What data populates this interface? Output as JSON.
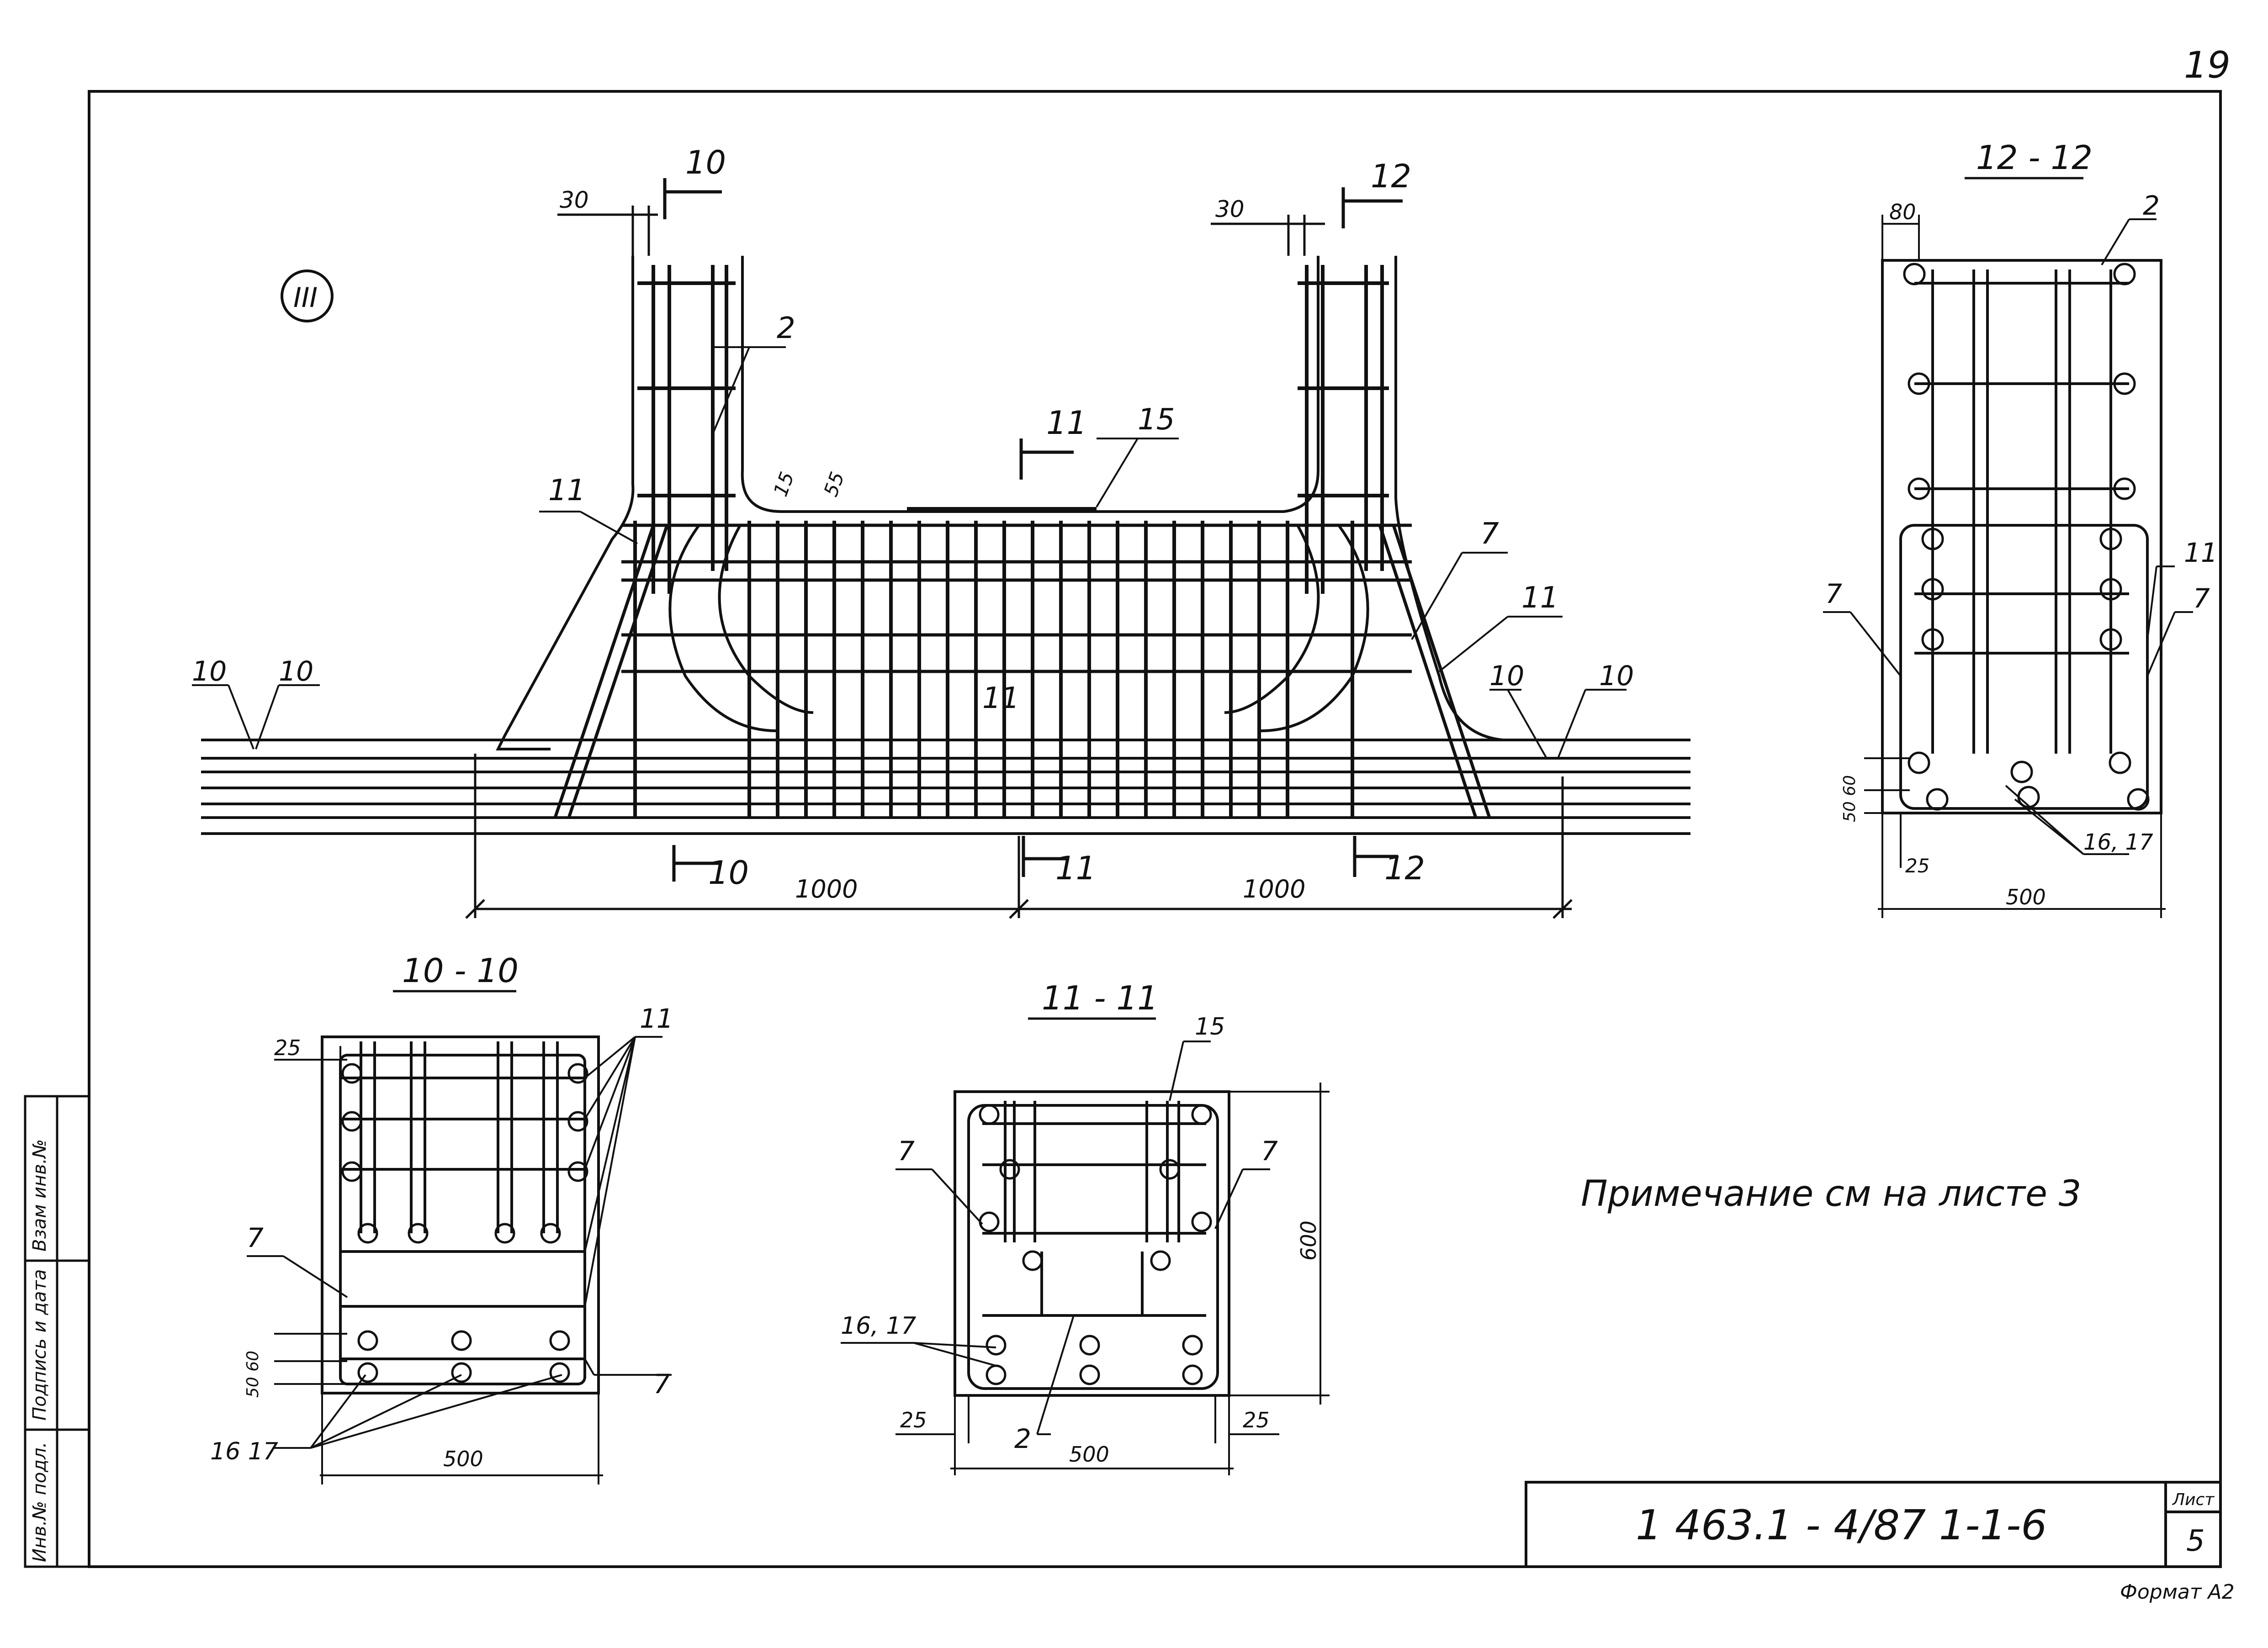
{
  "sheet": {
    "page_number": "19",
    "note": "Примечание   см  на  листе  3",
    "doc_code": "1 463.1 - 4/87 1-1-6",
    "sheet_label": "Лист",
    "sheet_number": "5",
    "format": "Формат А2"
  },
  "side_stamp": {
    "col1": "Инв.№ подл.",
    "col2": "Подпись и дата",
    "col3": "Взам инв.№"
  },
  "elevation": {
    "node_label": "III",
    "dim_left_30": "30",
    "dim_right_30": "30",
    "cut_top_10": "10",
    "cut_top_12": "12",
    "cut_top_11": "11",
    "cut_bottom_10": "10",
    "cut_bottom_11": "11",
    "cut_bottom_12": "12",
    "pos_2": "2",
    "pos_15": "15",
    "pos_11_left": "11",
    "pos_11_center": "11",
    "pos_11_right": "11",
    "pos_7": "7",
    "dim_15": "15",
    "dim_55": "55",
    "pos_10_a": "10",
    "pos_10_b": "10",
    "pos_10_c": "10",
    "pos_10_d": "10",
    "dim_1000_left": "1000",
    "dim_1000_right": "1000"
  },
  "section_12": {
    "title": "12 - 12",
    "dim_80": "80",
    "pos_2": "2",
    "pos_7_left": "7",
    "pos_7_right": "7",
    "pos_11": "11",
    "dim_50_60": "50 60",
    "dim_25": "25",
    "dim_500": "500",
    "pos_16_17": "16, 17"
  },
  "section_10": {
    "title": "10 - 10",
    "dim_25": "25",
    "pos_11": "11",
    "pos_7_left": "7",
    "pos_7_right": "7",
    "dim_50_60": "50 60",
    "pos_16_17": "16  17",
    "dim_500": "500"
  },
  "section_11": {
    "title": "11 - 11",
    "pos_15": "15",
    "pos_7_left": "7",
    "pos_7_right": "7",
    "dim_600": "600",
    "pos_16_17": "16, 17",
    "pos_2": "2",
    "dim_25_left": "25",
    "dim_25_right": "25",
    "dim_500": "500"
  }
}
